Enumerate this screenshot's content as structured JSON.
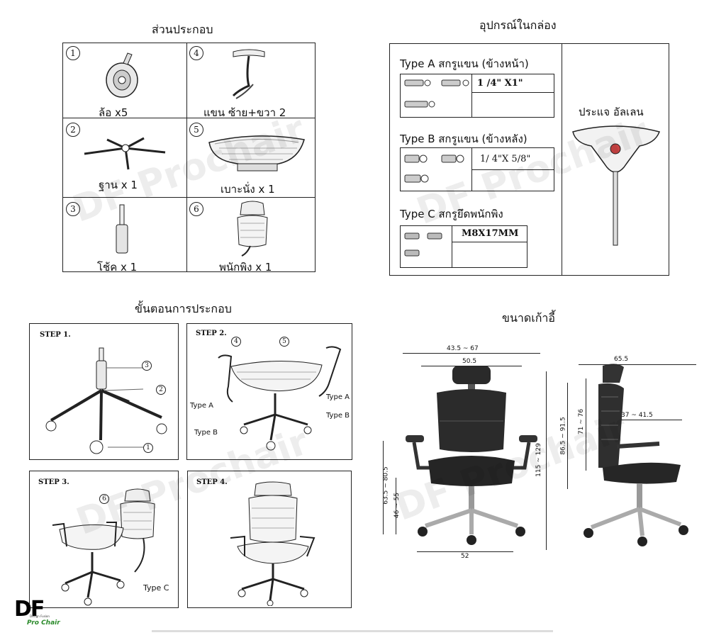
{
  "sections": {
    "parts_title": "ส่วนประกอบ",
    "box_title": "อุปกรณ์ในกล่อง",
    "steps_title": "ขั้นตอนการประกอบ",
    "size_title": "ขนาดเก้าอี้"
  },
  "parts": [
    {
      "num": "1",
      "label": "ล้อ x5"
    },
    {
      "num": "4",
      "label": "แขน ซ้าย+ขวา 2"
    },
    {
      "num": "2",
      "label": "ฐาน x 1"
    },
    {
      "num": "5",
      "label": "เบาะนั่ง x 1"
    },
    {
      "num": "3",
      "label": "โช้ค x 1"
    },
    {
      "num": "6",
      "label": "พนักพิง x 1"
    }
  ],
  "box": {
    "typeA": {
      "title": "Type A สกรูแขน (ข้างหน้า)",
      "spec": "1 /4\" X1\""
    },
    "typeB": {
      "title": "Type B สกรูแขน (ข้างหลัง)",
      "spec": "1/ 4\"X 5/8\""
    },
    "typeC": {
      "title": "Type C สกรูยึดพนักพิง",
      "spec": "M8X17MM"
    },
    "wrench": "ประแจ อัลเลน"
  },
  "steps": {
    "s1": "STEP 1.",
    "s2": "STEP 2.",
    "s3": "STEP 3.",
    "s4": "STEP 4.",
    "typeA": "Type A",
    "typeB": "Type B",
    "typeC": "Type C",
    "n1": "1",
    "n2": "2",
    "n3": "3",
    "n4": "4",
    "n5": "5",
    "n6": "6"
  },
  "dims": {
    "w1": "43.5 ~ 67",
    "w2": "50.5",
    "h1": "63.5 ~ 80.5",
    "h2": "46 ~ 55",
    "base": "52",
    "total": "115 ~ 129",
    "depth": "65.5",
    "back": "86.5 ~ 91.5",
    "arm": "71 ~ 76",
    "armw": "37 ~ 41.5"
  },
  "watermark": "DF Prochair",
  "logo": {
    "mark": "DF",
    "tag": "Design Fusion",
    "sub": "Pro Chair"
  }
}
